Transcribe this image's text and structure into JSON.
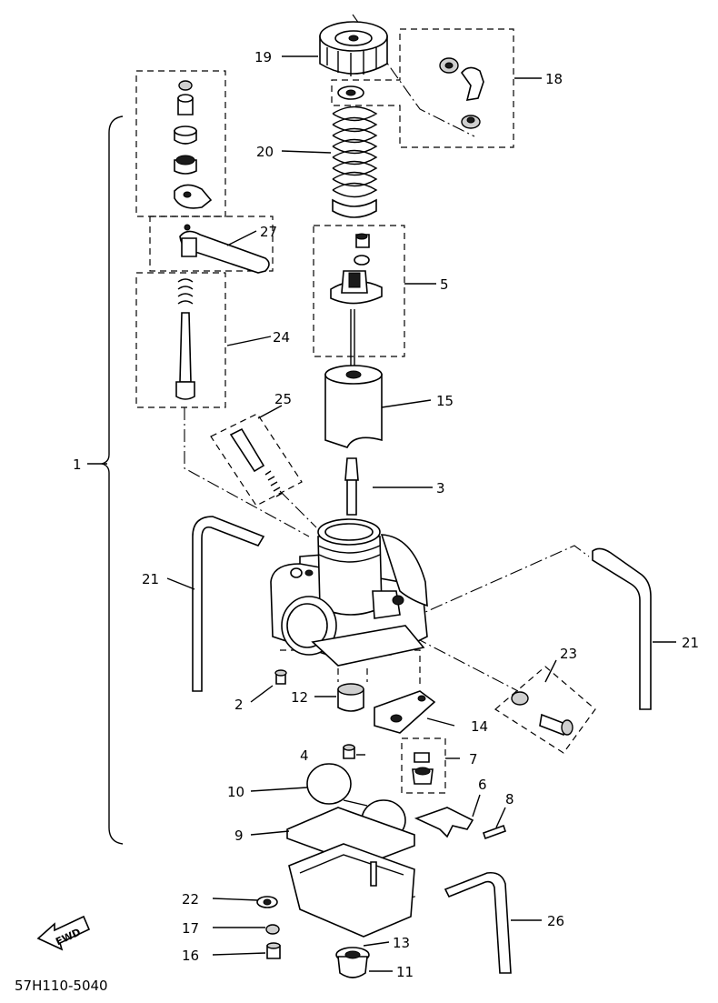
{
  "diagram": {
    "part_labels": {
      "p1": "1",
      "p2": "2",
      "p3": "3",
      "p4": "4",
      "p5": "5",
      "p6": "6",
      "p7": "7",
      "p8": "8",
      "p9": "9",
      "p10": "10",
      "p11": "11",
      "p12": "12",
      "p13": "13",
      "p14": "14",
      "p15": "15",
      "p16": "16",
      "p17": "17",
      "p18": "18",
      "p19": "19",
      "p20": "20",
      "p21a": "21",
      "p21b": "21",
      "p22": "22",
      "p23": "23",
      "p24": "24",
      "p25": "25",
      "p26": "26",
      "p27": "27"
    },
    "fwd_label": "FWD",
    "drawing_number": "57H110-5040"
  }
}
